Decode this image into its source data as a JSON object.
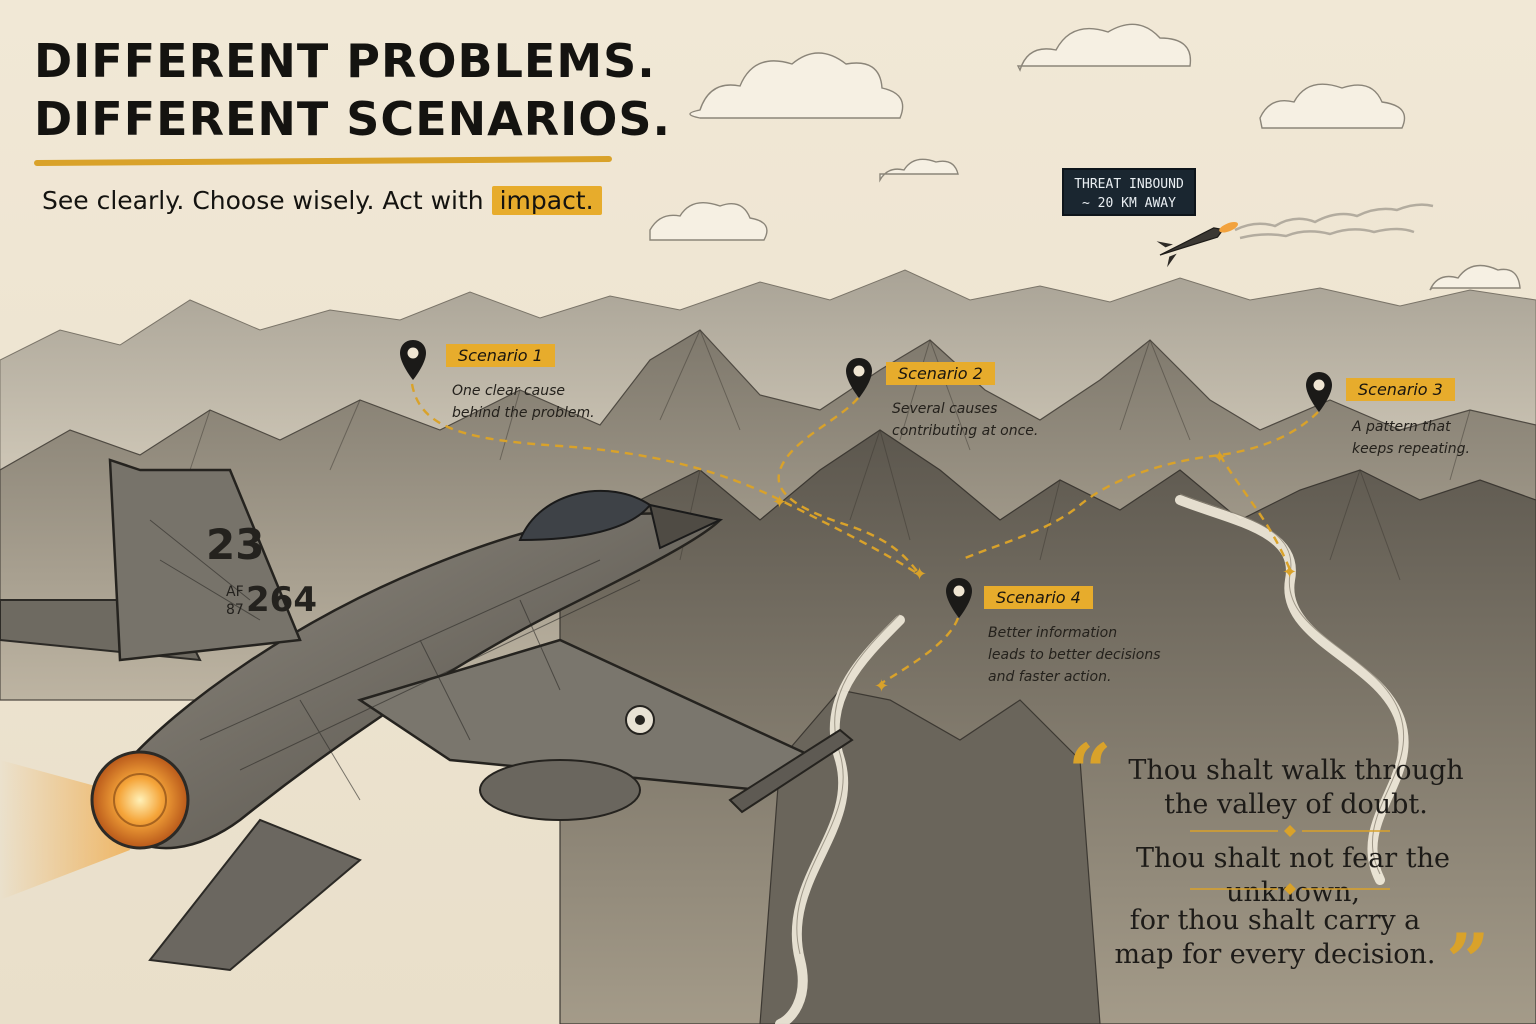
{
  "headline": {
    "line1": "DIFFERENT PROBLEMS.",
    "line2": "DIFFERENT SCENARIOS."
  },
  "tagline": {
    "prefix": "See clearly. Choose wisely. Act with ",
    "highlight": "impact."
  },
  "threat": {
    "line1": "THREAT INBOUND",
    "line2": "~ 20 KM AWAY"
  },
  "aircraft": {
    "tail_number": "23",
    "tail_prefix": "AF",
    "tail_year": "87",
    "tail_serial": "264"
  },
  "scenarios": [
    {
      "label": "Scenario 1",
      "desc": [
        "One clear cause",
        "behind the problem."
      ]
    },
    {
      "label": "Scenario 2",
      "desc": [
        "Several causes",
        "contributing at once."
      ]
    },
    {
      "label": "Scenario 3",
      "desc": [
        "A pattern that",
        "keeps repeating."
      ]
    },
    {
      "label": "Scenario 4",
      "desc": [
        "Better information",
        "leads to better decisions",
        "and faster action."
      ]
    }
  ],
  "quote": {
    "open_mark": "“",
    "close_mark": "”",
    "line1": "Thou shalt walk through",
    "line2": "the valley of doubt.",
    "line3": "Thou shalt not fear the unknown,",
    "line4": "for thou shalt carry a",
    "line5": "map for every decision."
  },
  "colors": {
    "paper": "#efe5d2",
    "accent": "#e7ac2c",
    "ink": "#1e1c19",
    "label_dark": "#1a2630"
  }
}
